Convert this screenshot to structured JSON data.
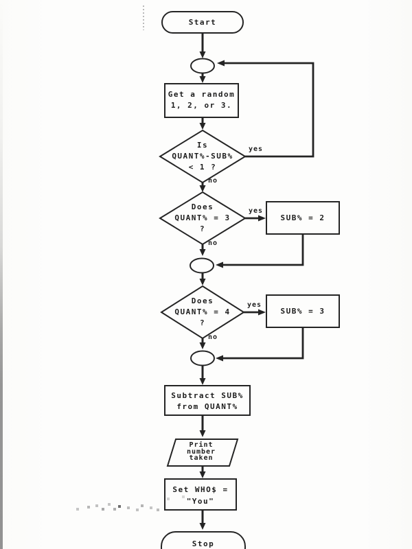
{
  "page": {
    "paper_color": "#fcfcfb",
    "ink_color": "#1f1f1f"
  },
  "flowchart": {
    "nodes": [
      {
        "id": "start",
        "type": "terminator",
        "label": "Start"
      },
      {
        "id": "connector-1",
        "type": "connector",
        "label": ""
      },
      {
        "id": "get-random",
        "type": "process",
        "lines": [
          "Get a random",
          "1, 2, or 3."
        ]
      },
      {
        "id": "decision-1",
        "type": "decision",
        "lines": [
          "Is",
          "QUANT%-SUB%",
          "< 1 ?"
        ]
      },
      {
        "id": "decision-2",
        "type": "decision",
        "lines": [
          "Does",
          "QUANT% = 3",
          "?"
        ]
      },
      {
        "id": "sub-is-2",
        "type": "process",
        "label": "SUB% = 2"
      },
      {
        "id": "connector-2",
        "type": "connector",
        "label": ""
      },
      {
        "id": "decision-3",
        "type": "decision",
        "lines": [
          "Does",
          "QUANT% = 4",
          "?"
        ]
      },
      {
        "id": "sub-is-3",
        "type": "process",
        "label": "SUB% = 3"
      },
      {
        "id": "connector-3",
        "type": "connector",
        "label": ""
      },
      {
        "id": "subtract",
        "type": "process",
        "lines": [
          "Subtract SUB%",
          "from QUANT%"
        ]
      },
      {
        "id": "print-taken",
        "type": "input-output",
        "lines": [
          "Print",
          "number",
          "taken"
        ]
      },
      {
        "id": "set-who",
        "type": "process",
        "lines": [
          "Set WHO$ =",
          "\"You\""
        ]
      },
      {
        "id": "stop",
        "type": "terminator",
        "label": "Stop"
      }
    ],
    "edge_labels": {
      "yes": "yes",
      "no": "no"
    }
  }
}
